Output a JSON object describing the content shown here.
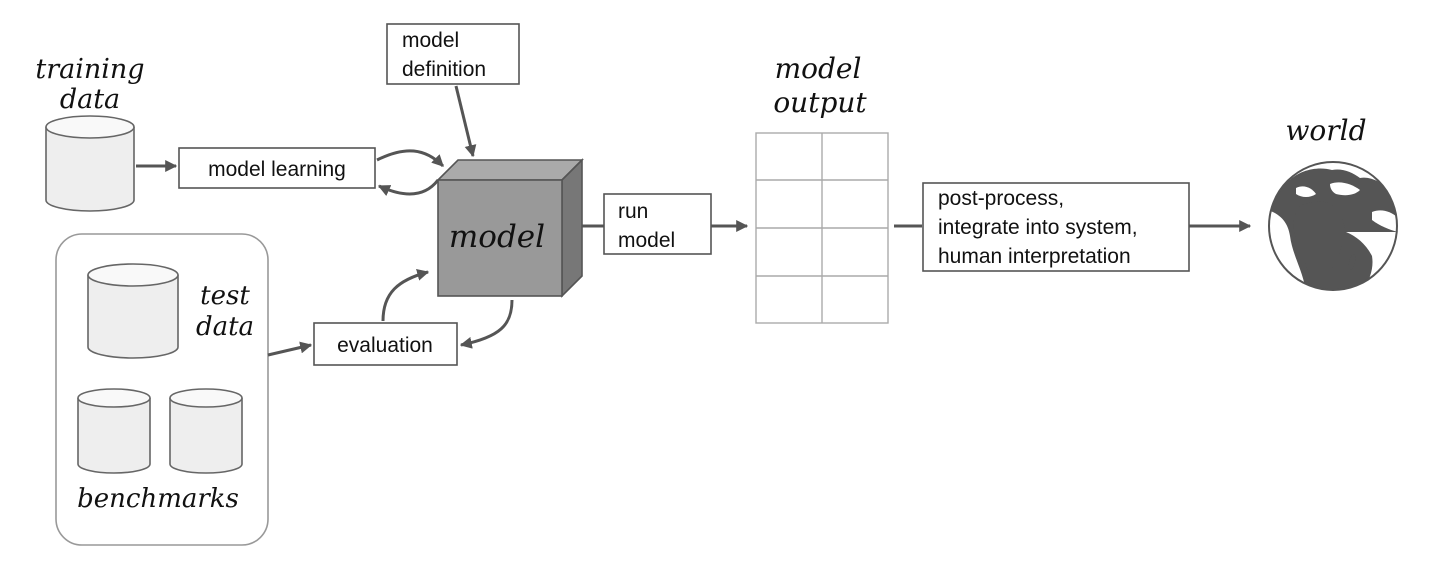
{
  "labels": {
    "training_data": [
      "training",
      "data"
    ],
    "test_data": [
      "test",
      "data"
    ],
    "benchmarks": "benchmarks",
    "model_learning": "model learning",
    "model_definition": [
      "model",
      "definition"
    ],
    "model": "model",
    "evaluation": "evaluation",
    "run_model": [
      "run",
      "model"
    ],
    "model_output": [
      "model",
      "output"
    ],
    "post_process": [
      "post-process,",
      "integrate into system,",
      "human interpretation"
    ],
    "world": "world"
  },
  "colors": {
    "model_front": "#999999",
    "model_top": "#aaaaaa",
    "model_side": "#777777",
    "globe": "#555555",
    "arrow": "#555555"
  },
  "icons": {
    "world": "globe-icon",
    "database": "database-icon"
  }
}
